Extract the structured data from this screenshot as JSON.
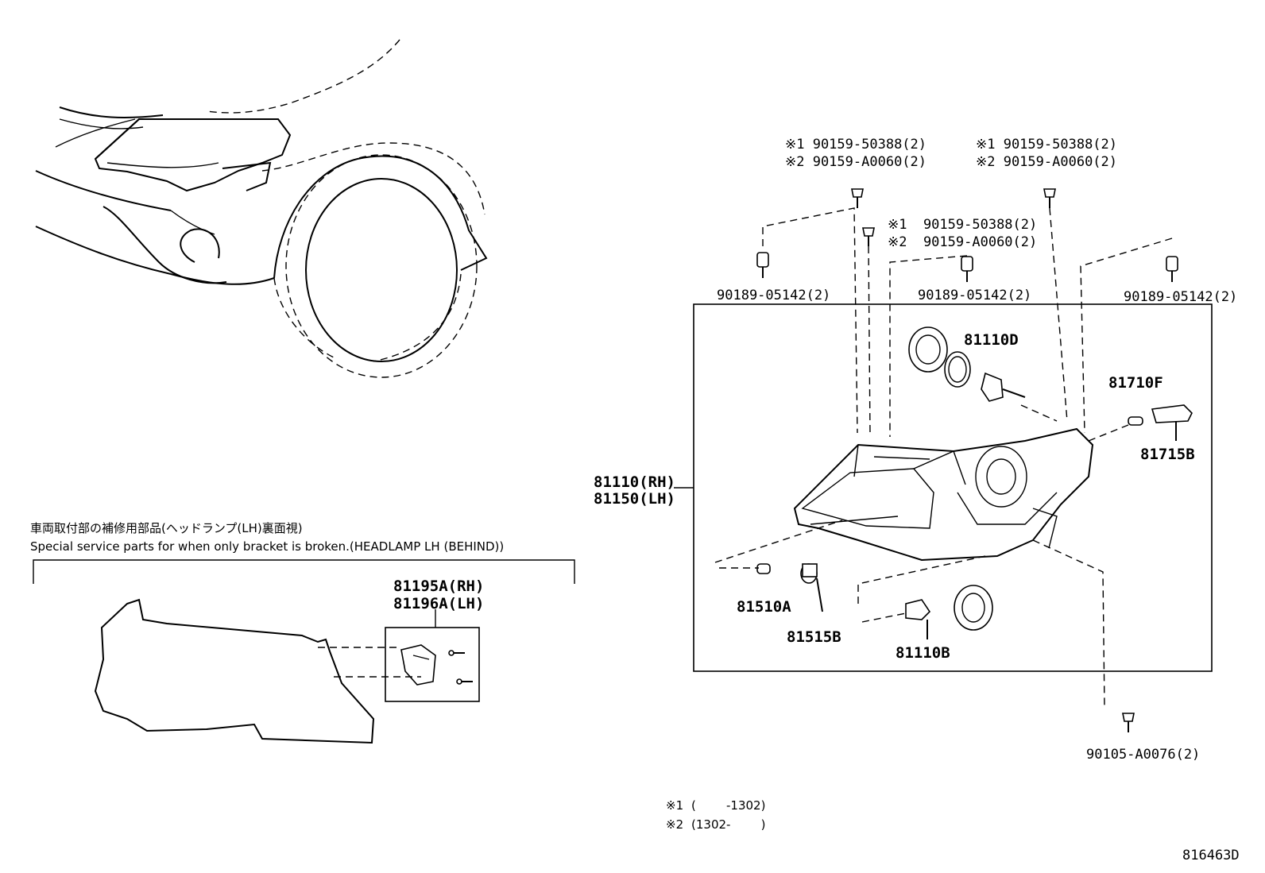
{
  "illustration_code": "816463D",
  "upper_left_bolt": {
    "line1": "※1 90159-50388(2)",
    "line2": "※2 90159-A0060(2)"
  },
  "upper_right_bolt": {
    "line1": "※1 90159-50388(2)",
    "line2": "※2 90159-A0060(2)"
  },
  "middle_bolt": {
    "line1": "※1  90159-50388(2)",
    "line2": "※2  90159-A0060(2)"
  },
  "clip_left": "90189-05142(2)",
  "clip_middle": "90189-05142(2)",
  "clip_right": "90189-05142(2)",
  "headlamp_assy": {
    "rh": "81110(RH)",
    "lh": "81150(LH)"
  },
  "parts": {
    "p81110D": "81110D",
    "p81710F": "81710F",
    "p81715B": "81715B",
    "p81510A": "81510A",
    "p81515B": "81515B",
    "p81110B": "81110B"
  },
  "bottom_screw": "90105-A0076(2)",
  "special_service": {
    "jp_title": "車両取付部の補修用部品(ヘッドランプ(LH)裏面視)",
    "en_title": "Special service parts for when only bracket is broken.(HEADLAMP LH (BEHIND))",
    "rh": "81195A(RH)",
    "lh": "81196A(LH)"
  },
  "notes": [
    {
      "mark": "※1",
      "text": "(        -1302)"
    },
    {
      "mark": "※2",
      "text": "(1302-        )"
    }
  ]
}
